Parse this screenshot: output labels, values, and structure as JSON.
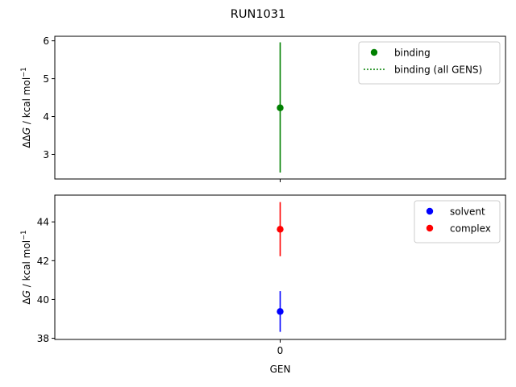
{
  "figure_title": "RUN1031",
  "chart_data": [
    {
      "type": "scatter",
      "panel": "top",
      "ylabel_sym": "ΔΔ",
      "ylabel_var": "G",
      "ylabel_unit": " / kcal mol",
      "ylabel_sup": "−1",
      "xlabel": "",
      "ylim": [
        2.35,
        6.12
      ],
      "xlim": [
        -1,
        1
      ],
      "yticks": [
        "3",
        "4",
        "5",
        "6"
      ],
      "ytick_values": [
        3,
        4,
        5,
        6
      ],
      "xticks": [],
      "legend_position": "upper right",
      "grid": false,
      "series": [
        {
          "name": "binding",
          "marker": "circle",
          "color": "#008000",
          "points": [
            {
              "x": 0,
              "y": 4.23,
              "yerr_low": 2.52,
              "yerr_high": 5.96
            }
          ]
        },
        {
          "name": "binding (all GENS)",
          "marker": "dotted-line",
          "color": "#008000",
          "points": []
        }
      ]
    },
    {
      "type": "scatter",
      "panel": "bottom",
      "ylabel_sym": "Δ",
      "ylabel_var": "G",
      "ylabel_unit": " / kcal mol",
      "ylabel_sup": "−1",
      "xlabel": "GEN",
      "ylim": [
        37.94,
        45.38
      ],
      "xlim": [
        -1,
        1
      ],
      "yticks": [
        "38",
        "40",
        "42",
        "44"
      ],
      "ytick_values": [
        38,
        40,
        42,
        44
      ],
      "xticks": [
        "0"
      ],
      "xtick_values": [
        0
      ],
      "legend_position": "upper right",
      "grid": false,
      "series": [
        {
          "name": "solvent",
          "marker": "circle",
          "color": "#0000ff",
          "points": [
            {
              "x": 0,
              "y": 39.38,
              "yerr_low": 38.33,
              "yerr_high": 40.43
            }
          ]
        },
        {
          "name": "complex",
          "marker": "circle",
          "color": "#ff0000",
          "points": [
            {
              "x": 0,
              "y": 43.62,
              "yerr_low": 42.23,
              "yerr_high": 45.02
            }
          ]
        }
      ]
    }
  ]
}
